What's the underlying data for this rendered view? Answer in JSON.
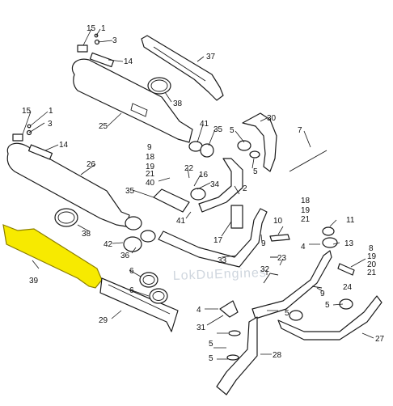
{
  "highlight_color": "#f7ea00",
  "watermark": "LokDuEngines",
  "callouts": {
    "n15a": "15",
    "n1a": "1",
    "n3a": "3",
    "n14a": "14",
    "n37": "37",
    "n38a": "38",
    "n25": "25",
    "n15b": "15",
    "n1b": "1",
    "n3b": "3",
    "n14b": "14",
    "n26": "26",
    "n41a": "41",
    "n35a": "35",
    "n30": "30",
    "n5a": "5",
    "n5b": "5",
    "n7": "7",
    "n9a": "9",
    "n18a": "18",
    "n19a": "19",
    "n21a": "21",
    "n40": "40",
    "n22": "22",
    "n16": "16",
    "n34": "34",
    "n35b": "35",
    "n2": "2",
    "n41b": "41",
    "n17": "17",
    "n18b": "18",
    "n19b": "19",
    "n21b": "21",
    "n10": "10",
    "n11": "11",
    "n4a": "4",
    "n13": "13",
    "n38b": "38",
    "n42": "42",
    "n36": "36",
    "n9b": "9",
    "n33": "33",
    "n23": "23",
    "n32": "32",
    "n8": "8",
    "n19c": "19",
    "n20": "20",
    "n21c": "21",
    "n24": "24",
    "n9c": "9",
    "n5c": "5",
    "n39": "39",
    "n6a": "6",
    "n6b": "6",
    "n29": "29",
    "n4b": "4",
    "n31": "31",
    "n5d": "5",
    "n27": "27",
    "n5e": "5",
    "n5f": "5",
    "n28": "28"
  }
}
